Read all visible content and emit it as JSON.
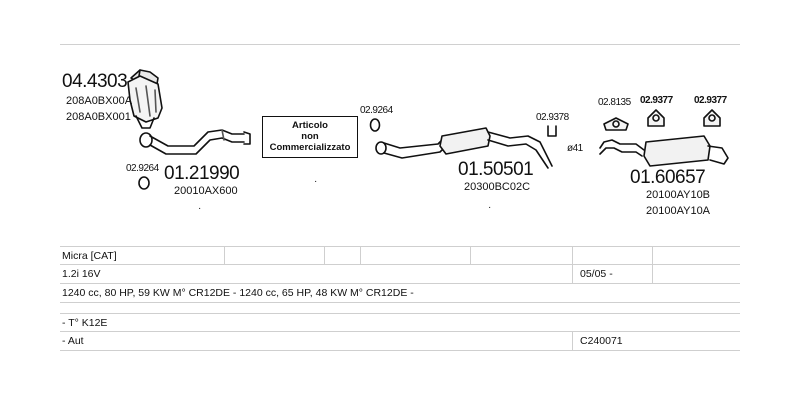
{
  "parts": {
    "catalyst": {
      "number": "04.4303",
      "oem_1": "208A0BX00A",
      "oem_2": "208A0BX001"
    },
    "gasket_front": {
      "number": "02.9264"
    },
    "front_pipe": {
      "number": "01.21990",
      "oem": "20010AX600"
    },
    "note": {
      "line1": "Articolo",
      "line2": "non",
      "line3": "Commercializzato"
    },
    "gasket_mid": {
      "number": "02.9264"
    },
    "middle_silencer": {
      "number": "01.50501",
      "oem": "20300BC02C"
    },
    "clamp": {
      "number": "02.9378",
      "qty": "ø41"
    },
    "mount_ring": {
      "number": "02.8135"
    },
    "hanger_1": {
      "number": "02.9377"
    },
    "hanger_2": {
      "number": "02.9377"
    },
    "rear_silencer": {
      "number": "01.60657",
      "oem_1": "20100AY10B",
      "oem_2": "20100AY10A"
    },
    "dots": [
      "·",
      "·",
      "·"
    ]
  },
  "table": {
    "model": "Micra  [CAT]",
    "engine": "1.2i 16V",
    "date": "05/05 -",
    "specs": "1240 cc, 80 HP, 59 KW M° CR12DE - 1240 cc, 65 HP, 48 KW M° CR12DE -",
    "type": "- T° K12E",
    "transmission": "- Aut",
    "code": "C240071"
  }
}
